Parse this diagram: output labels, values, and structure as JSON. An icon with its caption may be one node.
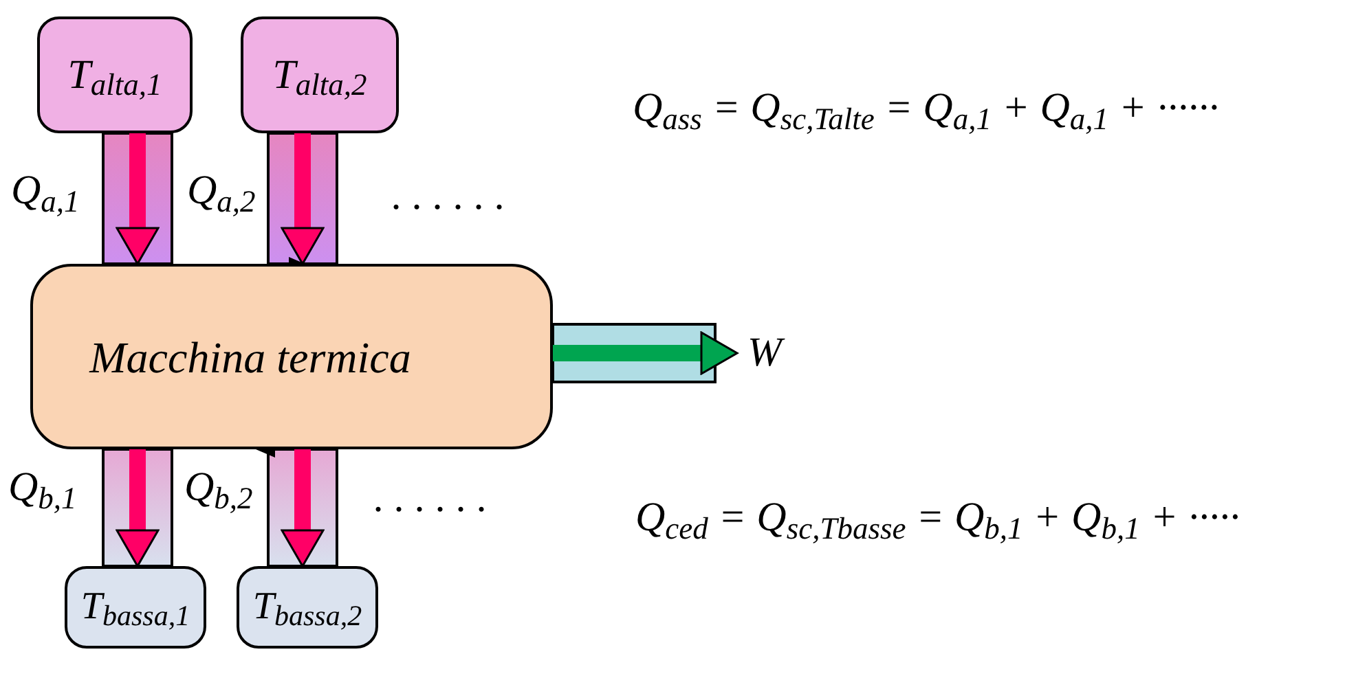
{
  "diagram": {
    "nodes": [
      {
        "text": [
          "T$_{alta,1}$"
        ]
      },
      {
        "text": [
          "T$_{alta,2}$"
        ]
      },
      {
        "text": [
          "Macchina termica"
        ]
      },
      {
        "text": [
          "T$_{bassa,1}$"
        ]
      },
      {
        "text": [
          "T$_{bassa,2}$"
        ]
      },
      {
        "text": [
          "W"
        ]
      }
    ],
    "edges": [
      {
        "from": 0,
        "to": 2,
        "arrow": "to",
        "label": "Q$_{a,1}$"
      },
      {
        "from": 1,
        "to": 2,
        "arrow": "to",
        "label": "Q$_{a,2}$"
      },
      {
        "from": 2,
        "to": 3,
        "arrow": "to",
        "label": "Q$_{b,1}$"
      },
      {
        "from": 2,
        "to": 4,
        "arrow": "to",
        "label": "Q$_{b,2}$"
      },
      {
        "from": 2,
        "to": 5,
        "arrow": "to",
        "color": "#00a550"
      }
    ],
    "labels": [
      "Q$_{ass}$ = Q$_{sc,Talte}$ = Q$_{a,1}$ + Q$_{a,1}$ + ······",
      ". . . . . .",
      ". . . . . .",
      "Q$_{ced}$ = Q$_{sc,Tbasse}$ = Q$_{b,1}$ + Q$_{b,1}$ + ·····"
    ]
  }
}
